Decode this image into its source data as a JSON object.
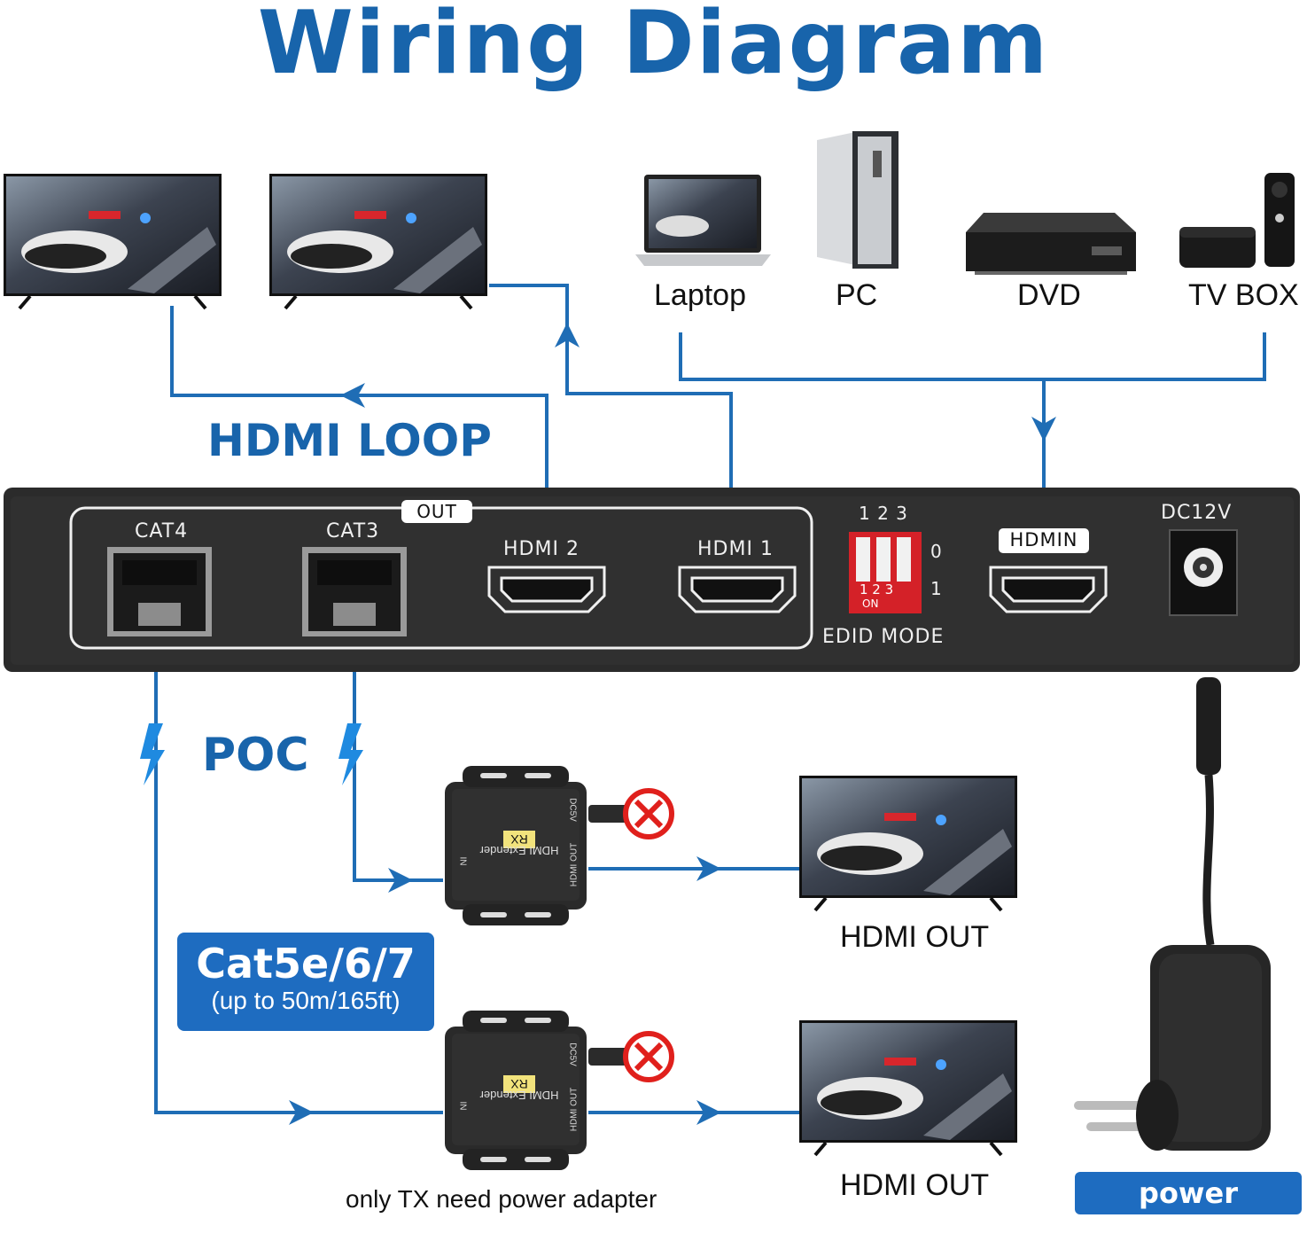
{
  "title": "Wiring Diagram",
  "labels": {
    "hdmi_loop": "HDMI LOOP",
    "poc": "POC",
    "cable_type": "Cat5e/6/7",
    "cable_range": "(up to 50m/165ft)",
    "power_adapter": "power adapter",
    "note": "only TX need power adapter"
  },
  "sources": [
    {
      "label": "Laptop"
    },
    {
      "label": "PC"
    },
    {
      "label": "DVD"
    },
    {
      "label": "TV BOX"
    }
  ],
  "outputs": [
    {
      "label": "HDMI OUT"
    },
    {
      "label": "HDMI OUT"
    }
  ],
  "panel": {
    "out_group": "OUT",
    "ports": [
      "CAT4",
      "CAT3",
      "HDMI 2",
      "HDMI 1"
    ],
    "dip_numbers": "1 2 3",
    "dip_on_numbers": "1 2 3",
    "dip_on": "ON",
    "dip_state_0": "0",
    "dip_state_1": "1",
    "edid": "EDID MODE",
    "hdmi_in": "HDMIN",
    "power": "DC12V"
  },
  "receiver": {
    "badge": "RX",
    "name": "HDMI Extender",
    "port_in": "IN",
    "port_out": "HDMI OUT",
    "port_power": "DC5V"
  },
  "colors": {
    "line": "#1f6db5",
    "title": "#1864ab",
    "panel": "#2b2b2b",
    "no_power": "#e0201c"
  }
}
